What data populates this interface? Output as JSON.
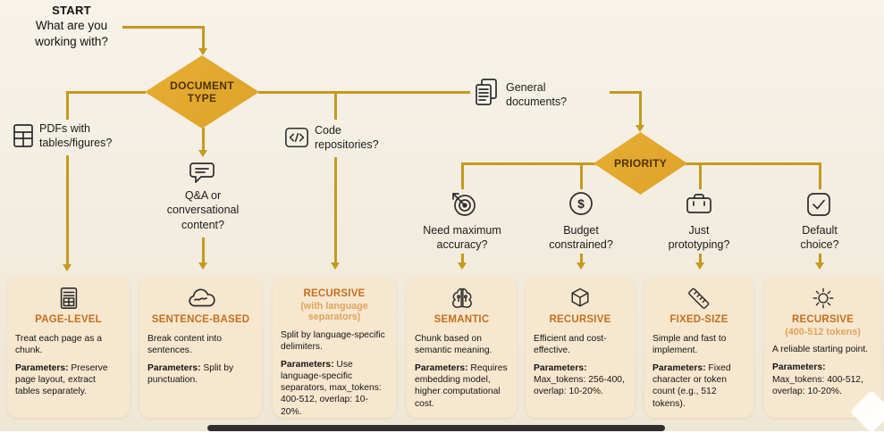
{
  "colors": {
    "line": "#c49a1f",
    "diamond": "#dfa22a",
    "diamond_text": "#4b3404",
    "card_bg": "#f8e7cf",
    "card_title": "#c3701e",
    "card_subtitle": "#e0a35c",
    "body_text": "#141414",
    "bg_top": "#f7f3ea",
    "bg_bottom": "#efe7d5"
  },
  "start": {
    "label": "START",
    "question": "What are you working with?"
  },
  "nodes": {
    "document_type": "DOCUMENT TYPE",
    "priority": "PRIORITY"
  },
  "branches": {
    "pdfs": {
      "label": "PDFs with tables/figures?",
      "icon": "table-document-icon"
    },
    "qa": {
      "label": "Q&A or conversational content?",
      "icon": "chat-icon"
    },
    "code": {
      "label": "Code repositories?",
      "icon": "code-icon"
    },
    "general": {
      "label": "General documents?",
      "icon": "documents-icon"
    },
    "accuracy": {
      "label": "Need maximum accuracy?",
      "icon": "target-icon"
    },
    "budget": {
      "label": "Budget constrained?",
      "icon": "dollar-icon"
    },
    "prototyping": {
      "label": "Just prototyping?",
      "icon": "toolbox-icon"
    },
    "default_choice": {
      "label": "Default choice?",
      "icon": "check-icon"
    }
  },
  "cards": [
    {
      "title": "PAGE-LEVEL",
      "subtitle": "",
      "icon": "page-document-icon",
      "desc": "Treat each page as a chunk.",
      "params_label": "Parameters:",
      "params": "Preserve page layout, extract tables separately."
    },
    {
      "title": "SENTENCE-BASED",
      "subtitle": "",
      "icon": "thought-cloud-icon",
      "desc": "Break content into sentences.",
      "params_label": "Parameters:",
      "params": "Split by punctuation."
    },
    {
      "title": "RECURSIVE",
      "subtitle": "(with language separators)",
      "icon": "",
      "desc": "Split by language-specific delimiters.",
      "params_label": "Parameters:",
      "params": "Use language-specific separators, max_tokens: 400-512, overlap: 10-20%."
    },
    {
      "title": "SEMANTIC",
      "subtitle": "",
      "icon": "brain-circuit-icon",
      "desc": "Chunk based on semantic meaning.",
      "params_label": "Parameters:",
      "params": "Requires embedding model, higher computational cost."
    },
    {
      "title": "RECURSIVE",
      "subtitle": "",
      "icon": "cube-icon",
      "desc": "Efficient and cost-effective.",
      "params_label": "Parameters:",
      "params": "Max_tokens: 256-400, overlap: 10-20%."
    },
    {
      "title": "FIXED-SIZE",
      "subtitle": "",
      "icon": "ruler-icon",
      "desc": "Simple and fast to implement.",
      "params_label": "Parameters:",
      "params": "Fixed character or token count (e.g., 512 tokens)."
    },
    {
      "title": "RECURSIVE",
      "subtitle": "(400-512 tokens)",
      "icon": "gear-sync-icon",
      "desc": "A reliable starting point.",
      "params_label": "Parameters:",
      "params": "Max_tokens: 400-512, overlap: 10-20%."
    }
  ]
}
